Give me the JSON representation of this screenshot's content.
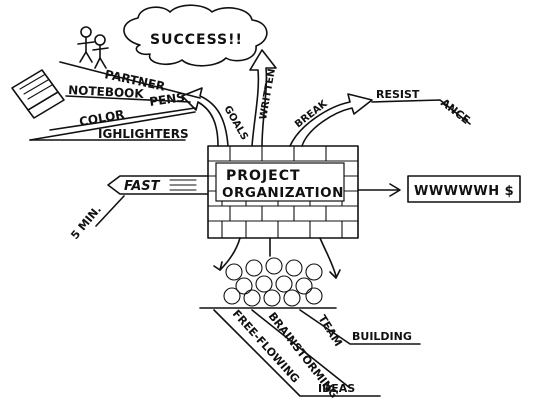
{
  "center": {
    "line1": "PROJECT",
    "line2": "ORGANIZATION"
  },
  "cloud": {
    "text": "SUCCESS!!"
  },
  "left_branch": {
    "partner": "PARTNER",
    "notebook": "NOTEBOOK",
    "color": "COLOR",
    "pens": "PENS",
    "highlighters": "IGHLIGHTERS"
  },
  "arrows": {
    "goals": "GOALS",
    "written": "WRITTEN",
    "break": "BREAK",
    "resist": "RESIST",
    "ance": "ANCE"
  },
  "fast": {
    "label": "FAST",
    "time": "5 MIN."
  },
  "right": {
    "label": "WWWWWH $"
  },
  "bottom": {
    "team": "TEAM",
    "building": "BUILDING",
    "brainstorming": "BRAINSTORMING",
    "free_flowing": "FREE-FLOWING",
    "ideas": "IDEAS"
  }
}
